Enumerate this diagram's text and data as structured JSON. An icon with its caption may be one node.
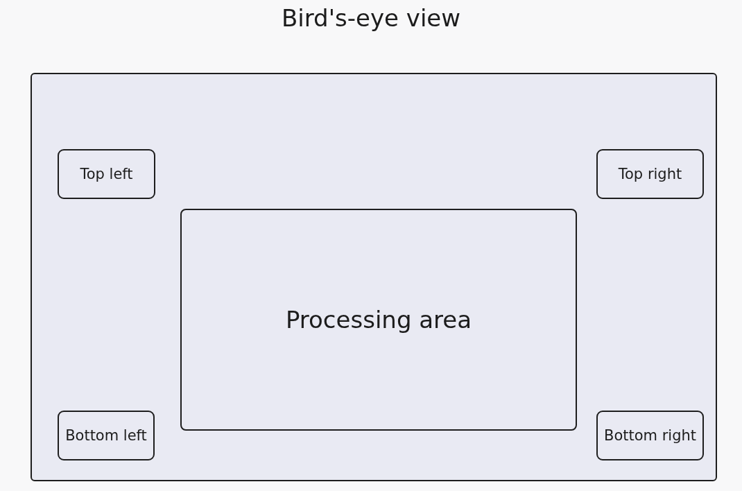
{
  "diagram": {
    "title": "Bird's-eye view",
    "nodes": [
      {
        "text": [],
        "shape": "box"
      },
      {
        "text": [
          "Top left"
        ],
        "in": 0
      },
      {
        "text": [
          "Top right"
        ],
        "in": 0
      },
      {
        "text": [
          "Processing area"
        ],
        "in": 0
      },
      {
        "text": [
          "Bottom left"
        ],
        "in": 0
      },
      {
        "text": [
          "Bottom right"
        ],
        "in": 0
      }
    ]
  }
}
